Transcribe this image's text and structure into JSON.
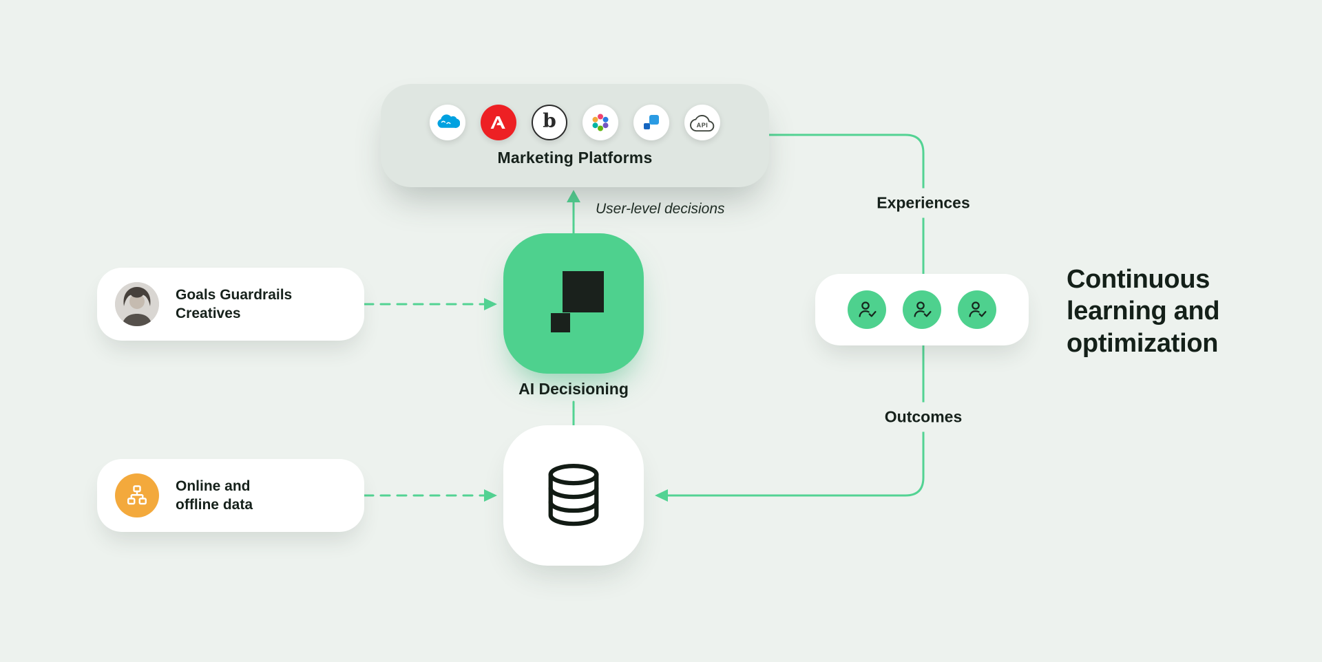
{
  "colors": {
    "background": "#EDF2EE",
    "accent_green": "#4ED18E",
    "line_green": "#53D393",
    "dark_text": "#16211B",
    "platform_pill_bg": "#DFE6E1",
    "orange_badge": "#F3A93C"
  },
  "marketing_platforms": {
    "label": "Marketing Platforms",
    "braze_letter": "b",
    "api_text": "API",
    "icons": [
      "salesforce",
      "adobe",
      "braze",
      "colored-dots",
      "blue-squares",
      "api-cloud"
    ]
  },
  "ai_decisioning": {
    "label": "AI Decisioning"
  },
  "annotations": {
    "user_level_decisions": "User-level decisions",
    "experiences": "Experiences",
    "outcomes": "Outcomes",
    "continuous": "Continuous learning and optimization"
  },
  "input_cards": {
    "goals": {
      "label": "Goals Guardrails Creatives"
    },
    "data": {
      "label": "Online and offline data"
    }
  }
}
